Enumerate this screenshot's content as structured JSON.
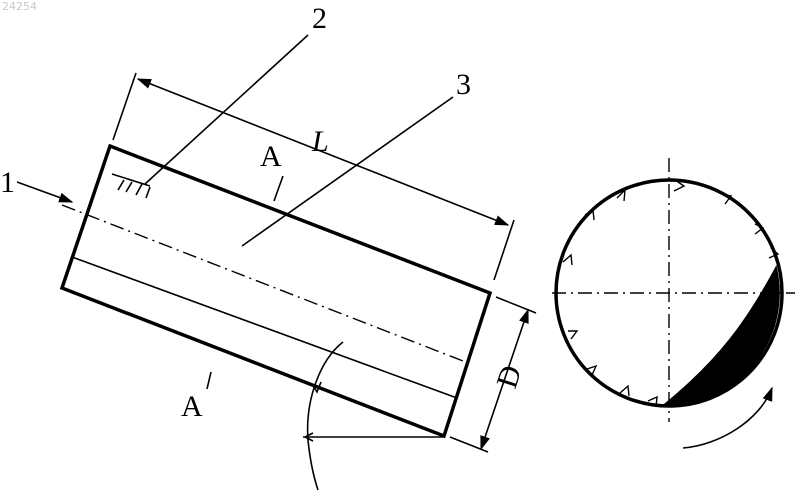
{
  "watermark": "24254",
  "labels": {
    "part1": "1",
    "part2": "2",
    "part3": "3",
    "length": "L",
    "diameter": "D",
    "section_top": "A",
    "section_bottom": "A"
  }
}
